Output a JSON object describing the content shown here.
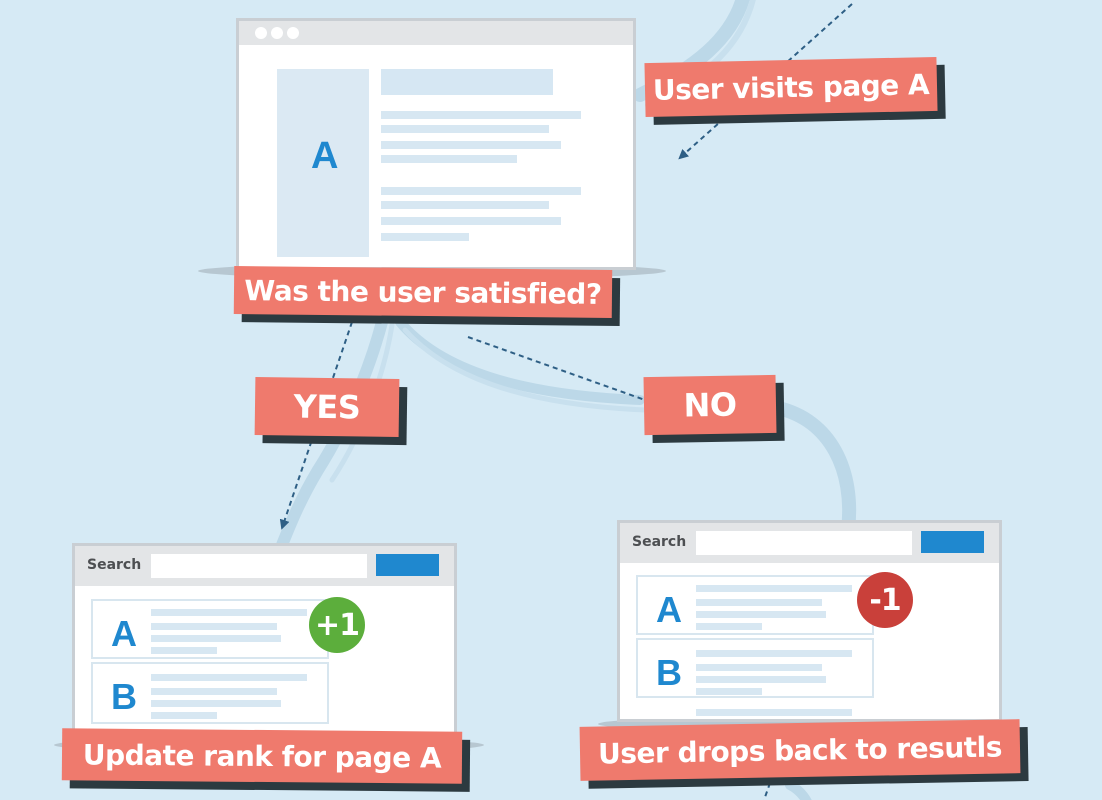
{
  "labels": {
    "visit": "User visits page A",
    "question": "Was the user satisfied?",
    "yes": "YES",
    "no": "NO",
    "update": "Update rank for page A",
    "drop": "User drops back to resutls"
  },
  "top_window": {
    "page_letter": "A"
  },
  "left_results": {
    "search_label": "Search",
    "items": [
      {
        "letter": "A"
      },
      {
        "letter": "B"
      }
    ],
    "badge": "+1"
  },
  "right_results": {
    "search_label": "Search",
    "items": [
      {
        "letter": "A"
      },
      {
        "letter": "B"
      }
    ],
    "badge": "-1"
  },
  "colors": {
    "background": "#d6eaf5",
    "banner": "#ef7a6d",
    "banner_shadow": "#2c3a40",
    "accent_blue": "#1f88cf",
    "positive": "#5cae3c",
    "negative": "#c9403a"
  }
}
